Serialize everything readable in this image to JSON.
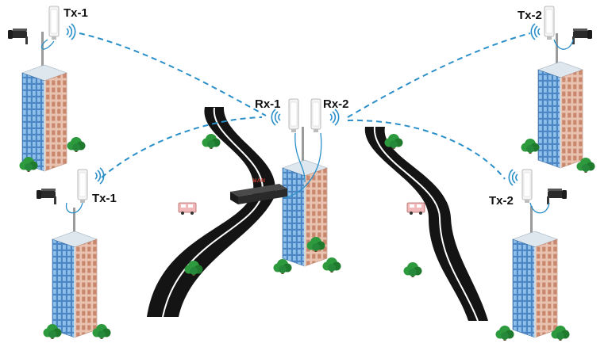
{
  "labels": {
    "tx1_top": "Tx-1",
    "tx1_bottom": "Tx-1",
    "tx2_top": "Tx-2",
    "tx2_bottom": "Tx-2",
    "rx1": "Rx-1",
    "rx2": "Rx-2",
    "nvr": "NVR"
  },
  "colors": {
    "link": "#2a8fc9",
    "cable": "#2a8fc9",
    "road": "#141414",
    "road_line": "#ffffff",
    "building_face": "#e9c3b0",
    "building_side": "#4c86c4",
    "building_roof": "#e8eef3",
    "tree": "#2e9a3e",
    "tree_dark": "#1f7a2e",
    "radio": "#f2f2f2",
    "camera": "#2b2b2b",
    "nvr": "#2a2a2a",
    "truck": "#e8a3a3"
  },
  "icons": {
    "radio": "wireless-radio-icon",
    "camera": "cctv-camera-icon",
    "nvr": "nvr-recorder-icon",
    "signal": "wifi-signal-icon",
    "tree": "tree-icon",
    "truck": "truck-icon"
  }
}
